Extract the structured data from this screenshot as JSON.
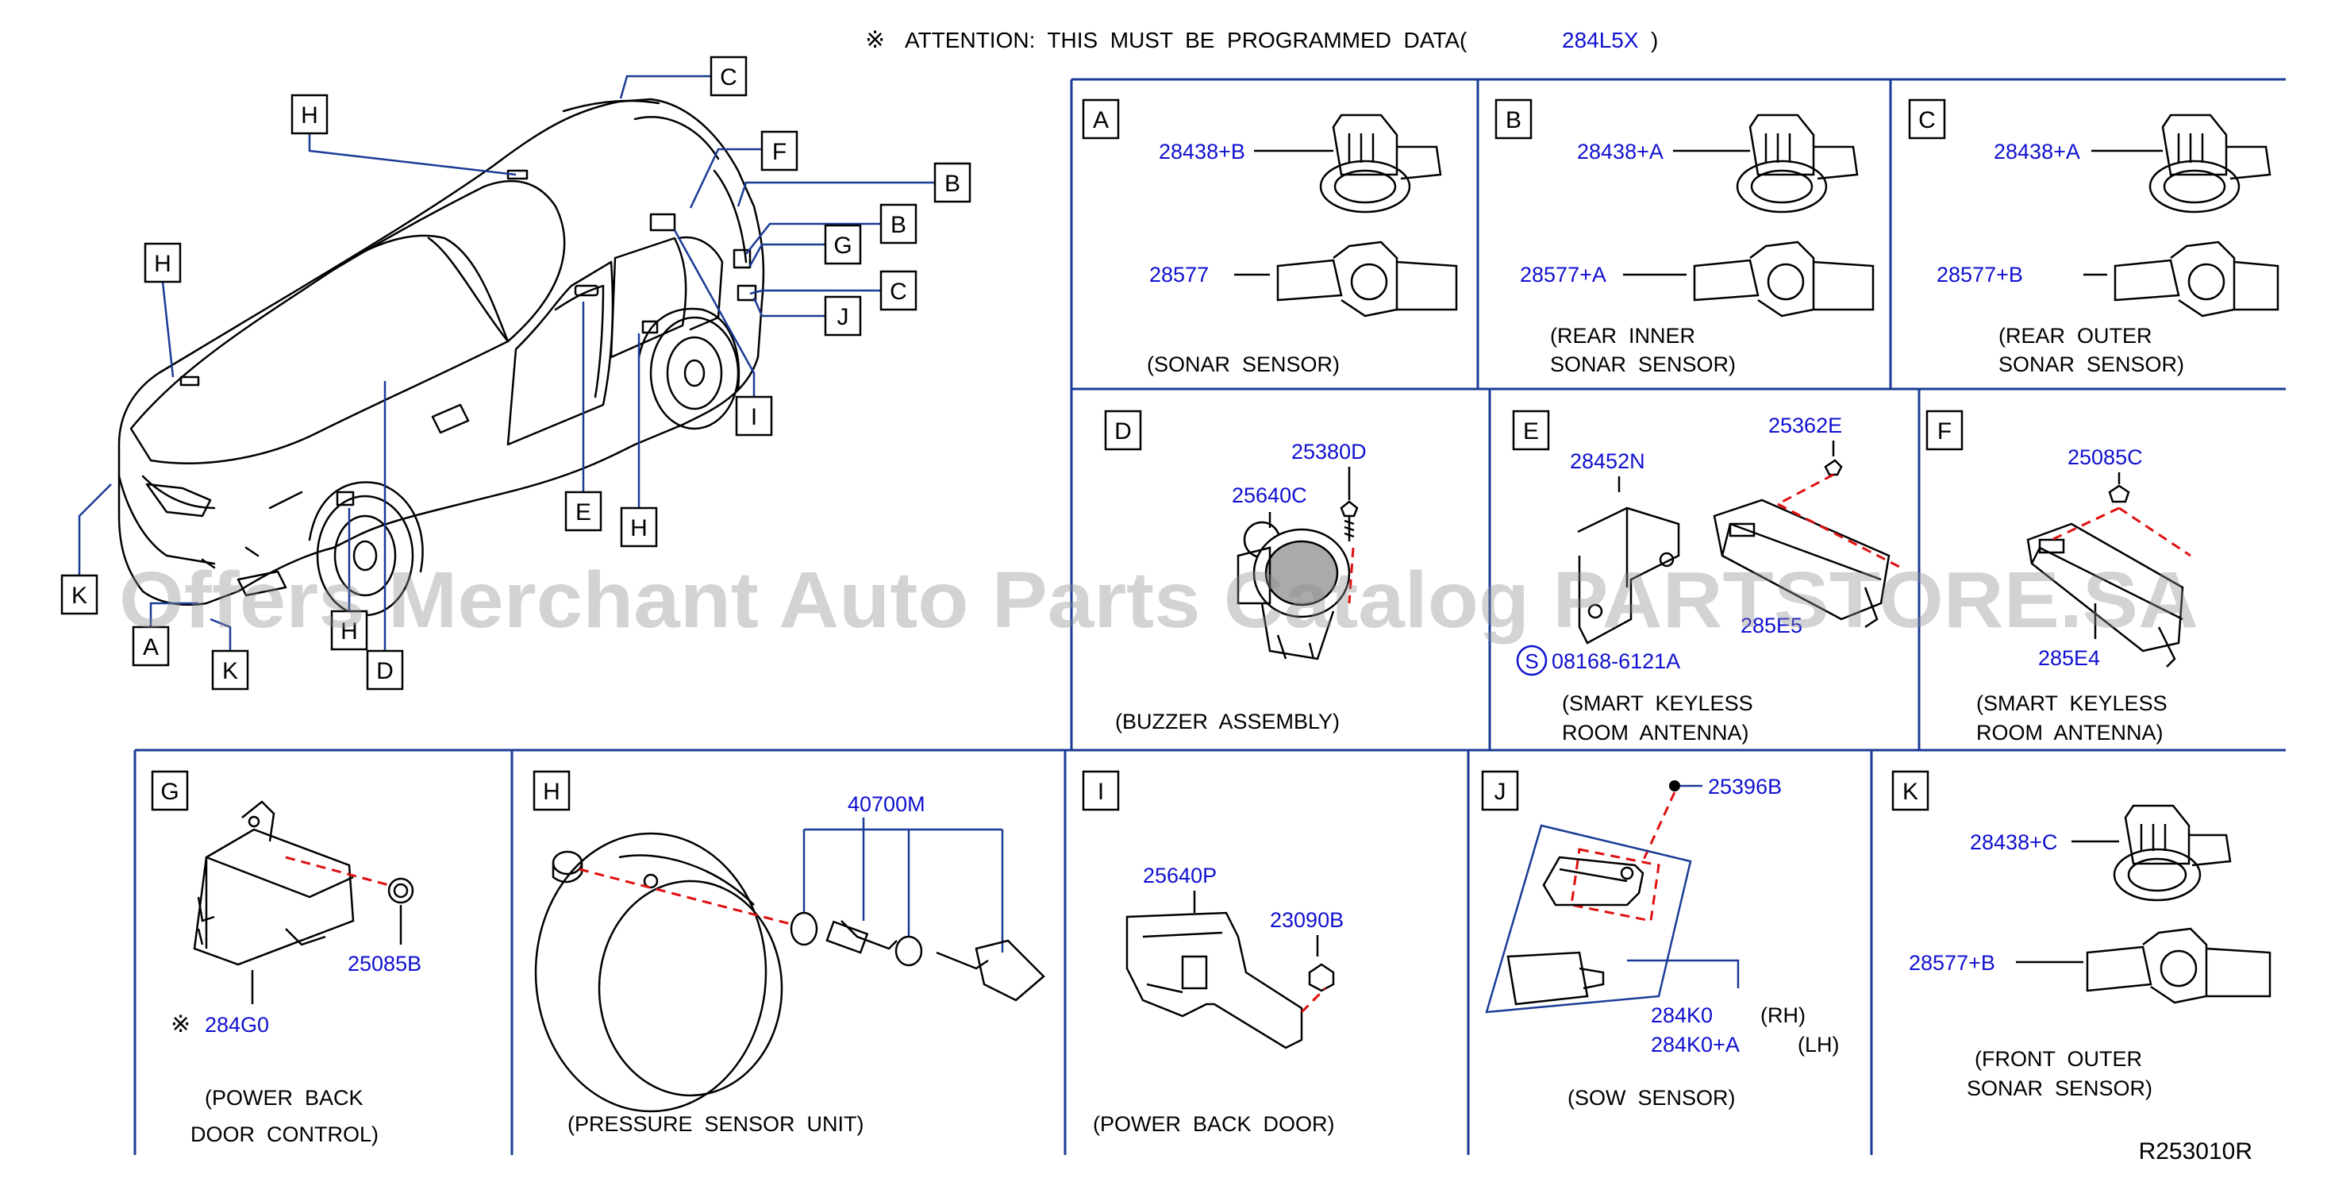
{
  "header": {
    "mark": "※",
    "text": "ATTENTION:  THIS  MUST  BE  PROGRAMMED  DATA(",
    "code": "284L5X",
    "close": ")"
  },
  "overview": {
    "callouts": [
      "C",
      "H",
      "F",
      "B",
      "B",
      "G",
      "H",
      "C",
      "J",
      "I",
      "E",
      "H",
      "K",
      "A",
      "H",
      "K",
      "D"
    ]
  },
  "panels": {
    "A": {
      "letter": "A",
      "parts": [
        "28438+B",
        "28577"
      ],
      "caption": [
        "(SONAR  SENSOR)"
      ]
    },
    "B": {
      "letter": "B",
      "parts": [
        "28438+A",
        "28577+A"
      ],
      "caption": [
        "(REAR  INNER",
        "SONAR  SENSOR)"
      ]
    },
    "C": {
      "letter": "C",
      "parts": [
        "28438+A",
        "28577+B"
      ],
      "caption": [
        "(REAR  OUTER",
        "SONAR  SENSOR)"
      ]
    },
    "D": {
      "letter": "D",
      "parts": [
        "25380D",
        "25640C"
      ],
      "caption": [
        "(BUZZER  ASSEMBLY)"
      ]
    },
    "E": {
      "letter": "E",
      "parts": [
        "28452N",
        "25362E",
        "285E5",
        "08168-6121A"
      ],
      "s_mark": "S",
      "caption": [
        "(SMART  KEYLESS",
        "ROOM  ANTENNA)"
      ]
    },
    "F": {
      "letter": "F",
      "parts": [
        "25085C",
        "285E4"
      ],
      "caption": [
        "(SMART  KEYLESS",
        "ROOM  ANTENNA)"
      ]
    },
    "G": {
      "letter": "G",
      "parts": [
        "25085B",
        "284G0"
      ],
      "mark": "※",
      "caption": [
        "(POWER  BACK",
        "DOOR  CONTROL)"
      ]
    },
    "H": {
      "letter": "H",
      "parts": [
        "40700M"
      ],
      "caption": [
        "(PRESSURE  SENSOR  UNIT)"
      ]
    },
    "I": {
      "letter": "I",
      "parts": [
        "25640P",
        "23090B"
      ],
      "caption": [
        "(POWER  BACK  DOOR)"
      ]
    },
    "J": {
      "letter": "J",
      "parts": [
        "25396B",
        "284K0",
        "284K0+A"
      ],
      "sides": [
        "(RH)",
        "(LH)"
      ],
      "caption": [
        "(SOW  SENSOR)"
      ]
    },
    "K": {
      "letter": "K",
      "parts": [
        "28438+C",
        "28577+B"
      ],
      "caption": [
        "(FRONT  OUTER",
        "SONAR  SENSOR)"
      ]
    }
  },
  "watermark": "Offers Merchant Auto Parts Catalog PARTSTORE.SA",
  "drawing_number": "R253010R"
}
